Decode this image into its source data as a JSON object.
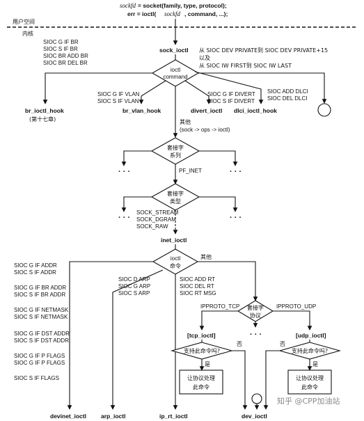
{
  "header": {
    "syscall_lhs1": "sockfd",
    "syscall_rhs1": "= socket(family, type, protocol);",
    "syscall_rhs2": "err = ioctl(",
    "syscall_arg": "sockfd",
    "syscall_rest": ", command, ...);",
    "user_space": "用户空间",
    "kernel": "内核"
  },
  "sock_ioctl": {
    "label": "sock_ioctl",
    "decision": [
      "ioctl",
      "command"
    ],
    "range_note": [
      "从 SIOC DEV PRIVATE到 SIOC DEV PRIVATE+15",
      "以及",
      "从 SIOC IW FIRST到 SIOC IW LAST"
    ]
  },
  "br_commands": [
    "SIOC G IF BR",
    "SIOC S IF BR",
    "SIOC BR ADD BR",
    "SIOC BR DEL BR"
  ],
  "br_handler": [
    "br_ioctl_hook",
    "(第十七章)"
  ],
  "vlan_commands": [
    "SIOC G IF VLAN",
    "SIOC S IF VLAN"
  ],
  "vlan_handler": "br_vlan_hook",
  "divert_commands": [
    "SIOC G IF DIVERT",
    "SIOC S IF DIVERT"
  ],
  "divert_handler": "divert_ioctl",
  "dlci_commands": [
    "SIOC ADD DLCI",
    "SIOC DEL DLCI"
  ],
  "dlci_handler": "dlci_ioctl_hook",
  "other": {
    "label": "其他",
    "detail": "(sock -> ops -> ioctl)"
  },
  "family": {
    "decision": [
      "套接字",
      "系列"
    ],
    "value": "PF_INET"
  },
  "type": {
    "decision": [
      "套接字",
      "类型"
    ],
    "values": [
      "SOCK_STREAM",
      "SOCK_DGRAM",
      "SOCK_RAW"
    ]
  },
  "inet": {
    "label": "inet_ioctl",
    "decision": [
      "ioctl",
      "命令"
    ],
    "other": "其他"
  },
  "devinet_commands": [
    "SIOC G IF ADDR",
    "SIOC S IF ADDR",
    "SIOC G IF BR ADDR",
    "SIOC S IF BR ADDR",
    "SIOC G IF NETMASK",
    "SIOC S IF NETMASK",
    "SIOC G IF DST ADDR",
    "SIOC S IF DST ADDR",
    "SIOC G IF P FLAGS",
    "SIOC G IF P FLAGS",
    "SIOC S IF FLAGS"
  ],
  "arp_commands": [
    "SIOC D ARP",
    "SIOC G ARP",
    "SIOC S ARP"
  ],
  "rt_commands": [
    "SIOC ADD RT",
    "SIOC DEL RT",
    "SIOC RT MSG"
  ],
  "protocol": {
    "decision": [
      "套接字",
      "协议"
    ],
    "tcp": "IPPROTO_TCP",
    "udp": "IPPROTO_UDP"
  },
  "tcp": {
    "label": "[tcp_ioctl]",
    "question": "支持此命令吗?",
    "no": "否",
    "yes": "是",
    "box": [
      "让协议处理",
      "此命令"
    ]
  },
  "udp": {
    "label": "[udp_ioctl]",
    "question": "支持此命令吗?",
    "no": "否",
    "yes": "是",
    "box": [
      "让协议处理",
      "此命令"
    ]
  },
  "bottom": [
    "devinet_ioctl",
    "arp_ioctl",
    "ip_rt_ioctl",
    "dev_ioctl"
  ],
  "watermark": "知乎 @CPP加油站"
}
